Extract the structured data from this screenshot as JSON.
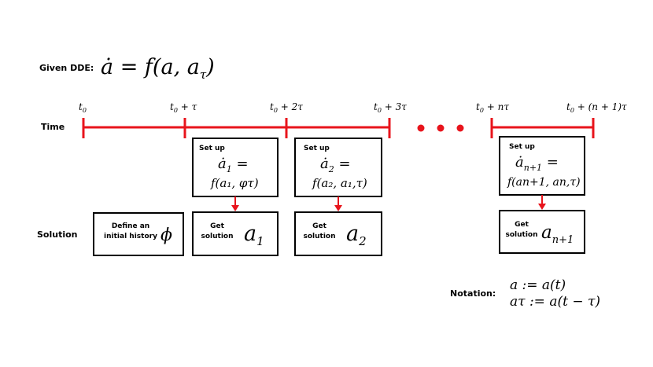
{
  "colors": {
    "timeline": "#e8141c",
    "dots": "#e8141c",
    "box_stroke": "#000000"
  },
  "header": {
    "given_label": "Given DDE:",
    "equation": "ȧ = f(a, aτ)"
  },
  "row_labels": {
    "time": "Time",
    "solution": "Solution"
  },
  "ticks": [
    {
      "base": "t",
      "sub": "0",
      "rest": ""
    },
    {
      "base": "t",
      "sub": "0",
      "rest": " + τ"
    },
    {
      "base": "t",
      "sub": "0",
      "rest": " + 2τ"
    },
    {
      "base": "t",
      "sub": "0",
      "rest": " + 3τ"
    },
    {
      "base": "t",
      "sub": "0",
      "rest": " + nτ"
    },
    {
      "base": "t",
      "sub": "0",
      "rest": " + (n + 1)τ"
    }
  ],
  "setup_boxes": [
    {
      "title": "Set up",
      "line1_base": "ȧ",
      "line1_sub": "1",
      "line1_rest": " =",
      "line2": "f(a₁, φτ)"
    },
    {
      "title": "Set up",
      "line1_base": "ȧ",
      "line1_sub": "2",
      "line1_rest": " =",
      "line2": "f(a₂, a₁,τ)"
    },
    {
      "title": "Set up",
      "line1_base": "ȧ",
      "line1_sub": "n+1",
      "line1_rest": " =",
      "line2": "f(an+1, an,τ)"
    }
  ],
  "history_box": {
    "line1": "Define an",
    "line2": "initial history",
    "symbol": "ϕ"
  },
  "solution_boxes": [
    {
      "line1": "Get",
      "line2": "solution",
      "sym_base": "a",
      "sym_sub": "1"
    },
    {
      "line1": "Get",
      "line2": "solution",
      "sym_base": "a",
      "sym_sub": "2"
    },
    {
      "line1": "Get",
      "line2": "solution",
      "sym_base": "a",
      "sym_sub": "n+1"
    }
  ],
  "notation": {
    "label": "Notation:",
    "line1": "a := a(t)",
    "line2": "aτ := a(t − τ)"
  }
}
